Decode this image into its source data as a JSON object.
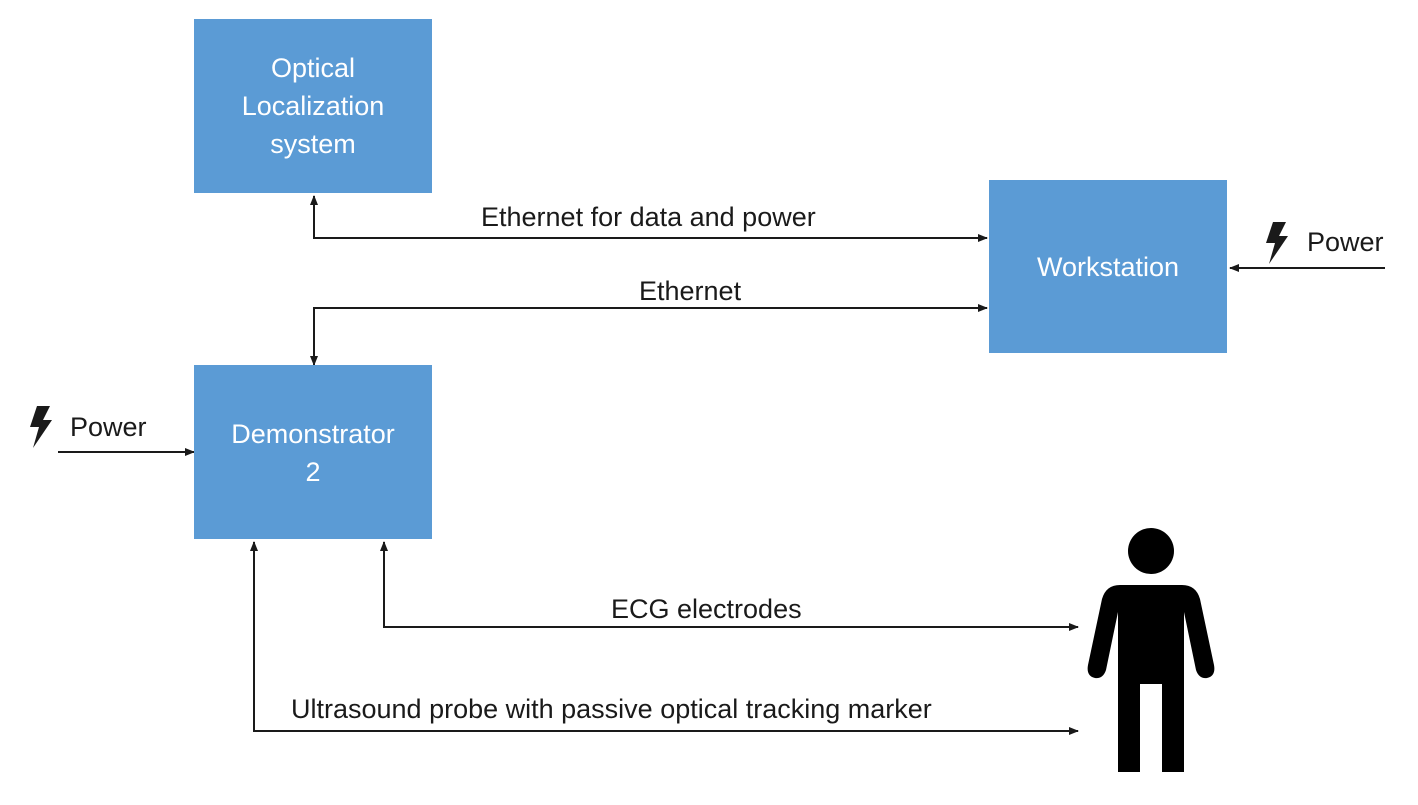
{
  "colors": {
    "box_fill": "#5b9bd5",
    "box_text": "#ffffff",
    "line": "#1a1a1a",
    "person": "#000000"
  },
  "nodes": {
    "optical": {
      "lines": [
        "Optical",
        "Localization",
        "system"
      ]
    },
    "workstation": {
      "lines": [
        "Workstation"
      ]
    },
    "demonstrator": {
      "lines": [
        "Demonstrator",
        "2"
      ]
    }
  },
  "edges": {
    "ethernet_data_power": {
      "label": "Ethernet for data and power"
    },
    "ethernet": {
      "label": "Ethernet"
    },
    "ecg": {
      "label": "ECG electrodes"
    },
    "ultrasound": {
      "label": "Ultrasound probe with passive optical tracking marker"
    },
    "power_workstation": {
      "label": "Power",
      "icon": "lightning-bolt-icon"
    },
    "power_demonstrator": {
      "label": "Power",
      "icon": "lightning-bolt-icon"
    }
  },
  "patient": {
    "icon": "person-icon"
  }
}
